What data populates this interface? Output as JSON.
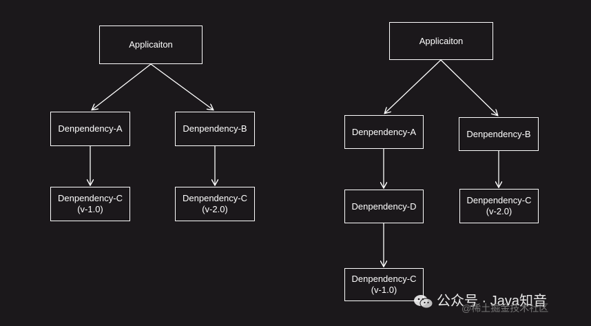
{
  "diagram_left": {
    "root": {
      "label": "Applicaiton"
    },
    "dep_a": {
      "label": "Denpendency-A"
    },
    "dep_b": {
      "label": "Denpendency-B"
    },
    "dep_c_v1": {
      "name": "Denpendency-C",
      "version": "(v-1.0)"
    },
    "dep_c_v2": {
      "name": "Denpendency-C",
      "version": "(v-2.0)"
    }
  },
  "diagram_right": {
    "root": {
      "label": "Applicaiton"
    },
    "dep_a": {
      "label": "Denpendency-A"
    },
    "dep_b": {
      "label": "Denpendency-B"
    },
    "dep_d": {
      "label": "Denpendency-D"
    },
    "dep_c_v1": {
      "name": "Denpendency-C",
      "version": "(v-1.0)"
    },
    "dep_c_v2": {
      "name": "Denpendency-C",
      "version": "(v-2.0)"
    }
  },
  "watermark": {
    "title": "公众号 · Java知音",
    "subtitle": "@稀土掘金技术社区",
    "icon": "wechat-icon"
  },
  "colors": {
    "background": "#1b181b",
    "stroke": "#ffffff"
  }
}
